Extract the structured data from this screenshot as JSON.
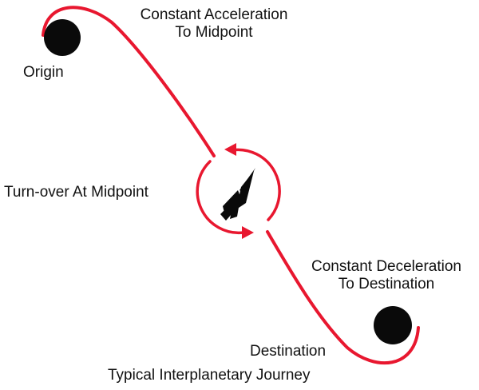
{
  "labels": {
    "accel_line1": "Constant Acceleration",
    "accel_line2": "To Midpoint",
    "origin": "Origin",
    "turnover": "Turn-over At Midpoint",
    "decel_line1": "Constant Deceleration",
    "decel_line2": "To Destination",
    "destination": "Destination",
    "caption": "Typical Interplanetary Journey"
  },
  "colors": {
    "path": "#e8172f",
    "planet": "#0a0a0a",
    "text": "#111111",
    "ship": "#0a0a0a"
  },
  "icons": {
    "origin": "planet-icon",
    "destination": "planet-icon",
    "ship": "rocket-icon"
  }
}
